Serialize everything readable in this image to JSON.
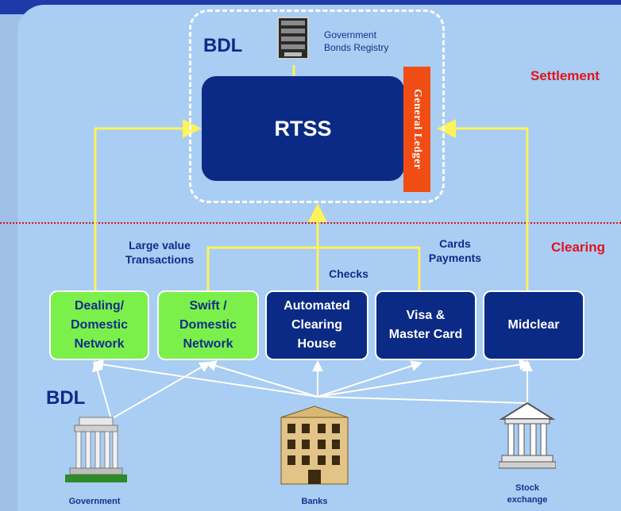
{
  "colors": {
    "background": "#a9cdf3",
    "rtss": "#0b2a85",
    "ledger": "#f04d14",
    "connector_yellow": "#fff25a",
    "green_node": "#7cf04a",
    "dark_node": "#0b2a85",
    "section_label": "#e0141f"
  },
  "settlement": {
    "bdl_label": "BDL",
    "bonds_registry_line1": "Government",
    "bonds_registry_line2": "Bonds Registry",
    "rtss_label": "RTSS",
    "general_ledger_label": "General Ledger",
    "section_label": "Settlement"
  },
  "clearing": {
    "section_label": "Clearing",
    "large_value_line1": "Large value",
    "large_value_line2": "Transactions",
    "cards_line1": "Cards",
    "cards_line2": "Payments",
    "checks_label": "Checks"
  },
  "nodes": [
    {
      "line1": "Dealing/",
      "line2": "Domestic",
      "line3": "Network"
    },
    {
      "line1": "Swift /",
      "line2": "Domestic",
      "line3": "Network"
    },
    {
      "line1": "Automated",
      "line2": "Clearing",
      "line3": "House"
    },
    {
      "line1": "Visa &",
      "line2": "Master Card"
    },
    {
      "line1": "Midclear"
    }
  ],
  "participants": {
    "bdl_label": "BDL",
    "government_label": "Government",
    "banks_label": "Banks",
    "stock_line1": "Stock",
    "stock_line2": "exchange"
  },
  "icons": [
    "server-icon",
    "government-building-icon",
    "bank-building-icon",
    "stock-exchange-icon"
  ]
}
